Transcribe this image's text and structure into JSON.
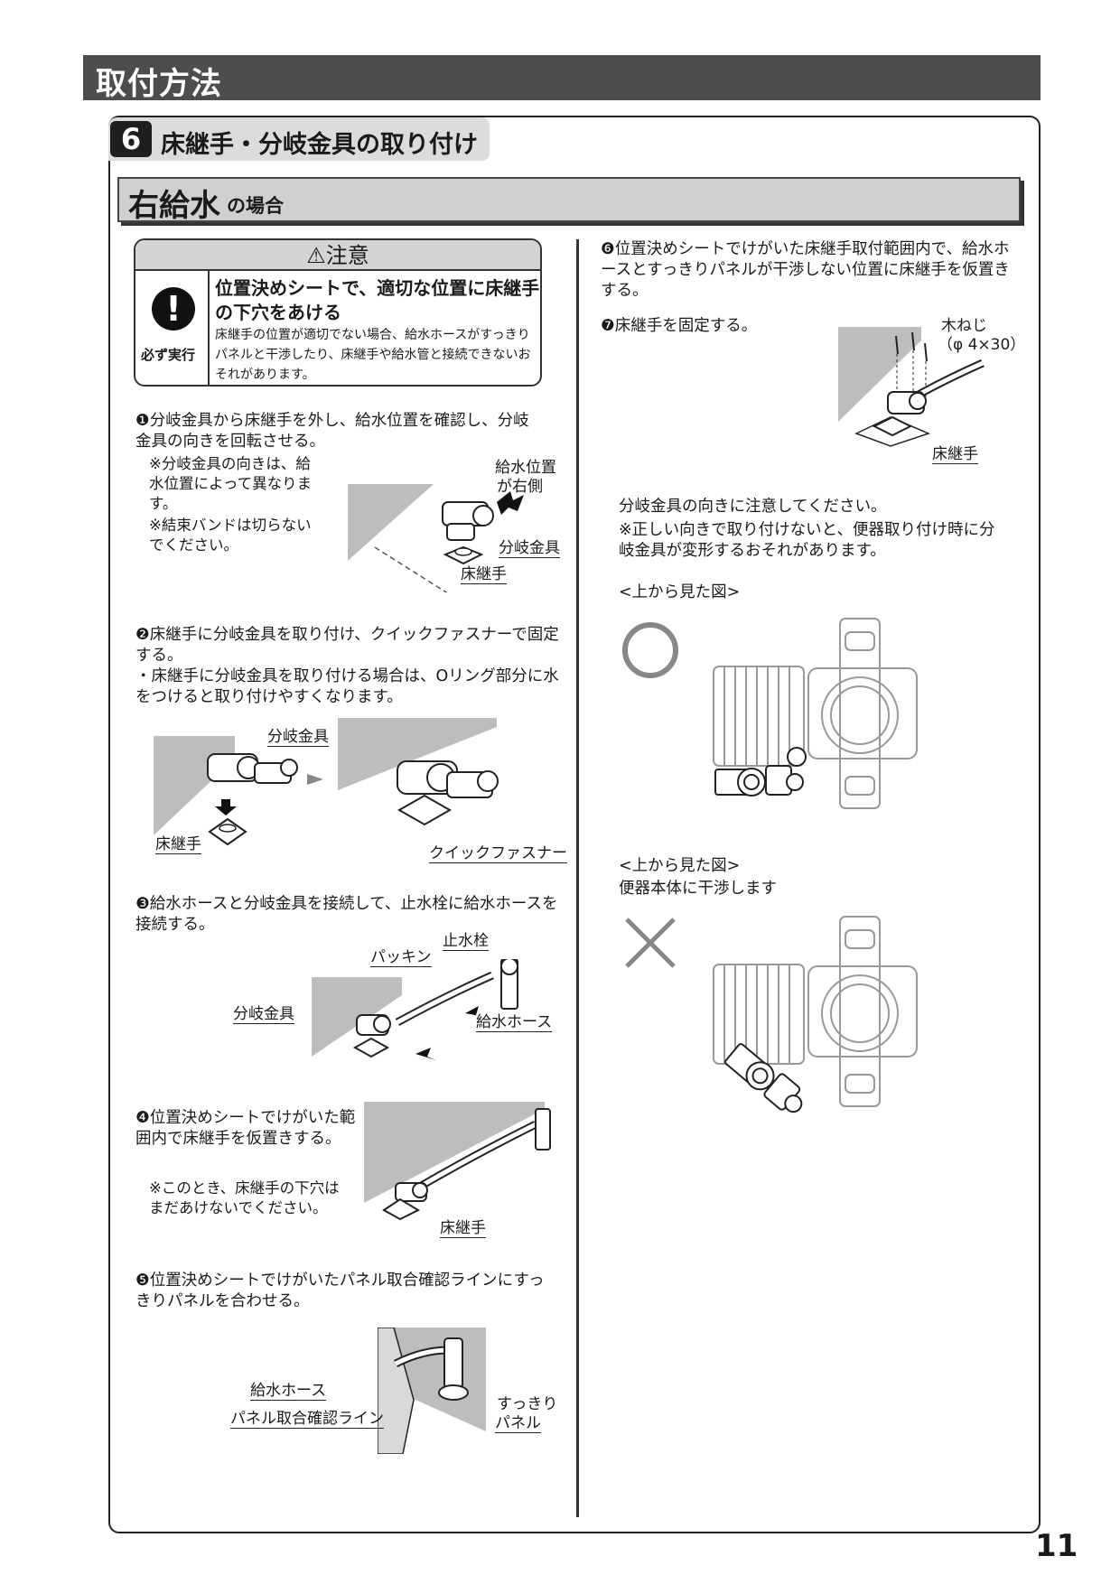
{
  "header": {
    "title": "取付方法"
  },
  "section": {
    "number": "6",
    "title": "床継手・分岐金具の取り付け"
  },
  "subsection": {
    "title_big": "右給水",
    "title_small": "の場合"
  },
  "caution": {
    "heading": "⚠注意",
    "icon_label": "必ず実行",
    "bold": "位置決めシートで、適切な位置に床継手の下穴をあける",
    "body": "床継手の位置が適切でない場合、給水ホースがすっきりパネルと干渉したり、床継手や給水管と接続できないおそれがあります。"
  },
  "steps": {
    "s1": {
      "text": "❶分岐金具から床継手を外し、給水位置を確認し、分岐金具の向きを回転させる。",
      "note1": "※分岐金具の向きは、給水位置によって異なります。",
      "note2": "※結束バンドは切らないでください。",
      "label_feed_a": "給水位置",
      "label_feed_b": "が右側",
      "label_branch": "分岐金具",
      "label_floor": "床継手"
    },
    "s2": {
      "text": "❷床継手に分岐金具を取り付け、クイックファスナーで固定する。",
      "note": "・床継手に分岐金具を取り付ける場合は、Oリング部分に水をつけると取り付けやすくなります。",
      "label_branch": "分岐金具",
      "label_floor": "床継手",
      "label_quick": "クイックファスナー"
    },
    "s3": {
      "text": "❸給水ホースと分岐金具を接続して、止水栓に給水ホースを接続する。",
      "label_valve": "止水栓",
      "label_packing": "パッキン",
      "label_branch": "分岐金具",
      "label_hose": "給水ホース"
    },
    "s4": {
      "text": "❹位置決めシートでけがいた範囲内で床継手を仮置きする。",
      "note": "※このとき、床継手の下穴はまだあけないでください。",
      "label_floor": "床継手"
    },
    "s5": {
      "text": "❺位置決めシートでけがいたパネル取合確認ラインにすっきりパネルを合わせる。",
      "label_hose": "給水ホース",
      "label_line": "パネル取合確認ライン",
      "label_panel_a": "すっきり",
      "label_panel_b": "パネル"
    },
    "s6": {
      "text": "❻位置決めシートでけがいた床継手取付範囲内で、給水ホースとすっきりパネルが干渉しない位置に床継手を仮置きする。"
    },
    "s7": {
      "text": "❼床継手を固定する。",
      "label_screw_a": "木ねじ",
      "label_screw_b": "（φ 4×30）",
      "label_floor": "床継手"
    }
  },
  "right": {
    "note_main": "分岐金具の向きに注意してください。",
    "note_sub": "※正しい向きで取り付けないと、便器取り付け時に分岐金具が変形するおそれがあります。",
    "view1_caption": "<上から見た図>",
    "view2_caption": "<上から見た図>",
    "view2_sub": "便器本体に干渉します"
  },
  "page_number": "11"
}
